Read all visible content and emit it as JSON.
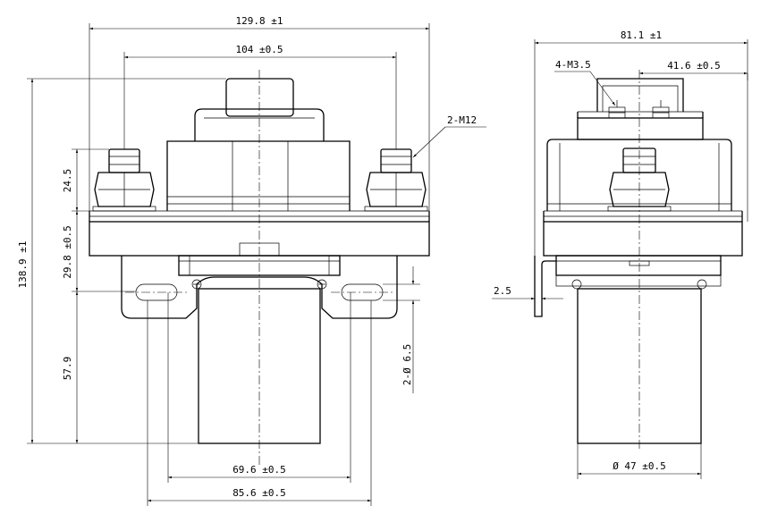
{
  "front_view": {
    "dims": {
      "overall_width": "129.8 ±1",
      "stud_spacing": "104 ±0.5",
      "stud_thread": "2-M12",
      "stud_height": "24.5",
      "flange_height": "29.8 ±0.5",
      "overall_height": "138.9 ±1",
      "coil_height": "57.9",
      "mount_hole": "2-Ø 6.5",
      "hole_inner_spacing": "69.6 ±0.5",
      "hole_outer_spacing": "85.6 ±0.5"
    }
  },
  "side_view": {
    "dims": {
      "overall_depth": "81.1 ±1",
      "aux_thread": "4-M3.5",
      "aux_offset": "41.6 ±0.5",
      "bracket_thickness": "2.5",
      "coil_diameter": "Ø 47 ±0.5"
    }
  }
}
